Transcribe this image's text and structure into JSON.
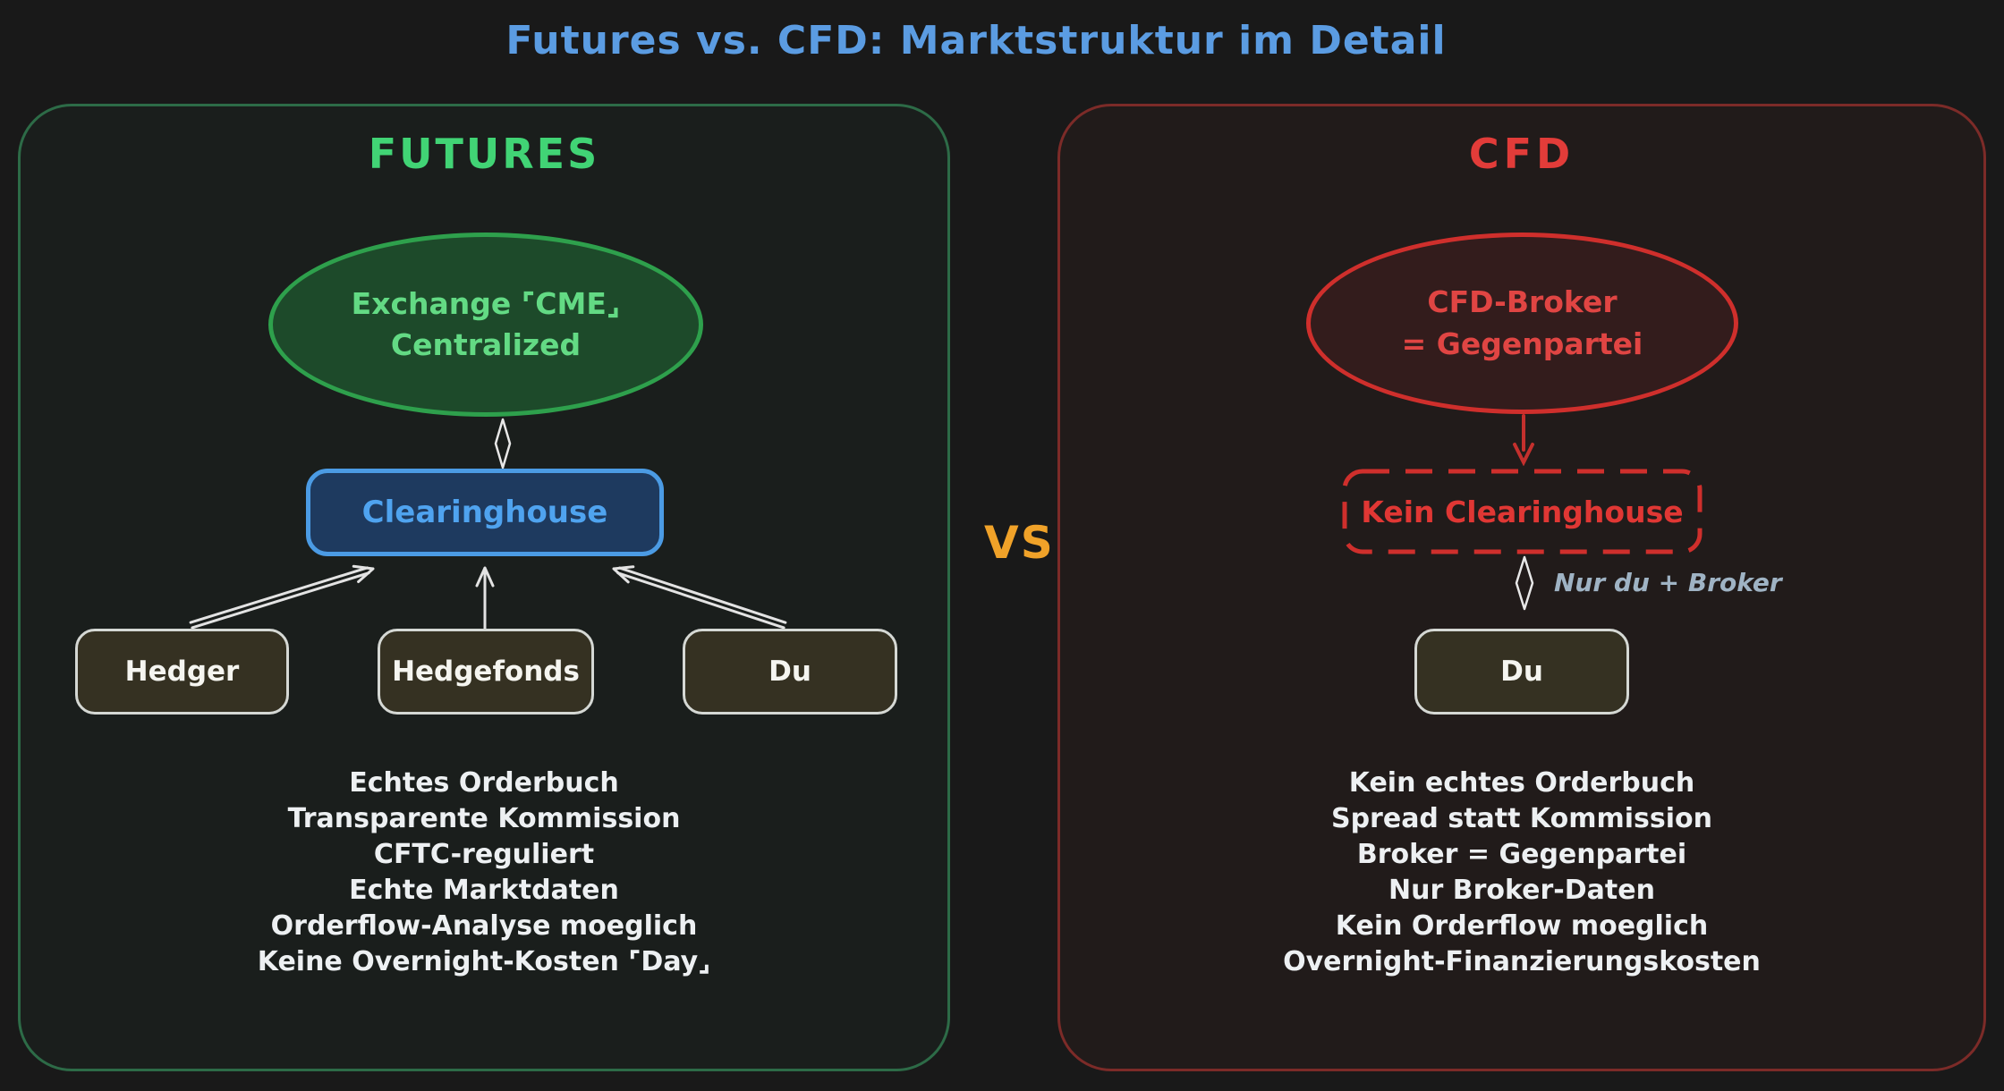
{
  "title": "Futures vs. CFD: Marktstruktur im Detail",
  "vs_label": "VS",
  "colors": {
    "background": "#191919",
    "title_blue": "#5b9ce2",
    "futures_green": "#41d475",
    "ellipse_green_stroke": "#2ea04c",
    "clearinghouse_blue": "#4fa3ef",
    "cfd_red": "#e23c39",
    "vs_orange": "#f0a229",
    "arrow_white": "#e8e8e8",
    "note_gray": "#9fb3c4"
  },
  "futures": {
    "heading": "FUTURES",
    "ellipse": {
      "line1": "Exchange ⌜CME⌟",
      "line2": "Centralized"
    },
    "clearinghouse_label": "Clearinghouse",
    "participants": [
      "Hedger",
      "Hedgefonds",
      "Du"
    ],
    "points": [
      "Echtes Orderbuch",
      "Transparente Kommission",
      "CFTC-reguliert",
      "Echte Marktdaten",
      "Orderflow-Analyse moeglich",
      "Keine Overnight-Kosten ⌜Day⌟"
    ]
  },
  "cfd": {
    "heading": "CFD",
    "ellipse": {
      "line1": "CFD-Broker",
      "line2": "= Gegenpartei"
    },
    "no_clearinghouse_label": "Kein Clearinghouse",
    "arrow_note": "Nur du + Broker",
    "participant": "Du",
    "points": [
      "Kein echtes Orderbuch",
      "Spread statt Kommission",
      "Broker = Gegenpartei",
      "Nur Broker-Daten",
      "Kein Orderflow moeglich",
      "Overnight-Finanzierungskosten"
    ]
  }
}
